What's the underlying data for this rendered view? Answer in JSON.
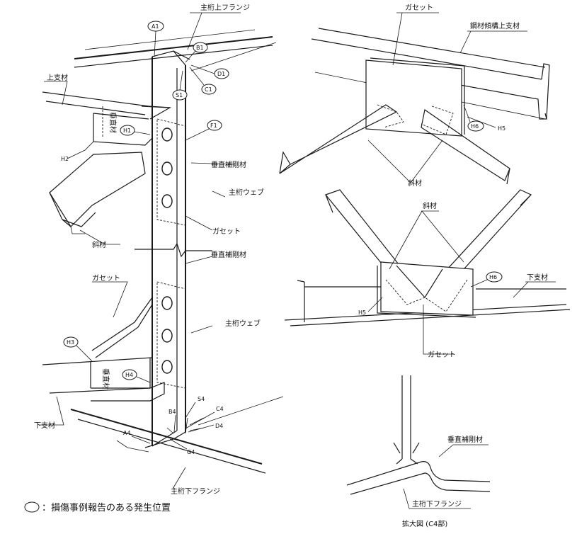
{
  "left": {
    "upper_flange": "主桁上フランジ",
    "upper_member": "上支材",
    "web_upper": "主桁ウェブ",
    "web_lower": "主桁ウェブ",
    "gusset_upper": "ガセット",
    "gusset_lower": "ガセット",
    "stiffener_upper": "垂直補剛材",
    "stiffener_mid": "垂直補剛材",
    "diagonal": "斜材",
    "lower_member": "下支材",
    "lower_flange": "主桁下フランジ",
    "vert_upper": "垂直材",
    "vert_lower": "垂直材"
  },
  "markers_circled": [
    "A1",
    "B1",
    "D1",
    "C1",
    "S1",
    "F1",
    "H1",
    "H3",
    "H4"
  ],
  "markers_plain": [
    "H2",
    "S4",
    "C4",
    "B4",
    "D4",
    "A4",
    "G4"
  ],
  "right_top": {
    "gusset": "ガセット",
    "upper_member": "鋼材傾構上支材",
    "diagonal": "斜材",
    "m_h6": "H6",
    "m_h5": "H5"
  },
  "right_mid": {
    "diagonal": "斜材",
    "lower_member": "下支材",
    "gusset": "ガセット",
    "m_h6": "H6",
    "m_h5": "H5"
  },
  "detail": {
    "stiffener": "垂直補剛材",
    "flange": "主桁下フランジ",
    "caption": "拡大図 (C4部)"
  },
  "legend": {
    "text": "：損傷事例報告のある発生位置"
  }
}
